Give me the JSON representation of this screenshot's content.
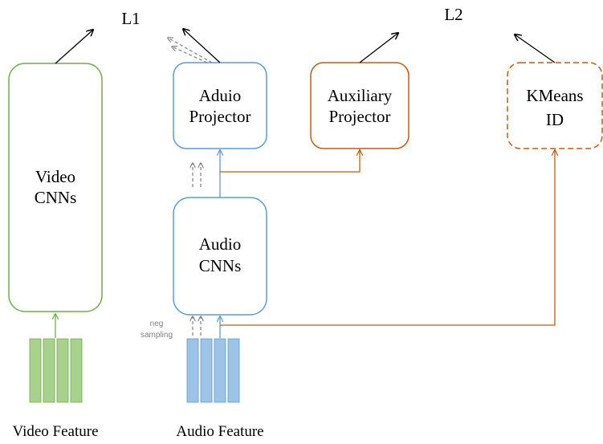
{
  "labels": {
    "l1": "L1",
    "l2": "L2",
    "video_cnns": [
      "Video",
      "CNNs"
    ],
    "audio_projector": [
      "Aduio",
      "Projector"
    ],
    "auxiliary_projector": [
      "Auxiliary",
      "Projector"
    ],
    "kmeans_id": [
      "KMeans",
      "ID"
    ],
    "audio_cnns": [
      "Audio",
      "CNNs"
    ],
    "neg_sampling": [
      "neg",
      "sampling"
    ],
    "video_feature": "Video Feature",
    "audio_feature": "Audio Feature"
  },
  "colors": {
    "video_green": "#70AD47",
    "audio_blue": "#5B9BD5",
    "aux_orange": "#C55A11",
    "feature_green": "#A9D18E",
    "feature_blue": "#9DC3E6",
    "neg_gray": "#7F7F7F"
  }
}
